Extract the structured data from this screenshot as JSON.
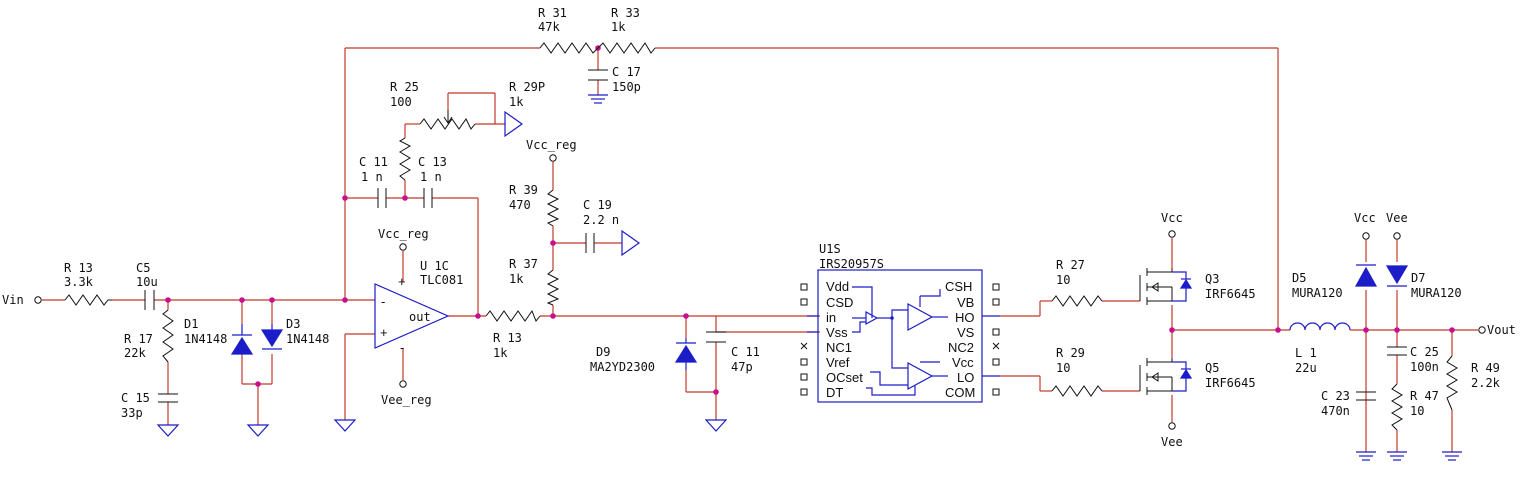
{
  "nets": {
    "vin": "Vin",
    "vout": "Vout",
    "vcc_reg_top": "Vcc_reg",
    "vcc_reg_opamp": "Vcc_reg",
    "vee_reg_opamp": "Vee_reg",
    "vcc_q3": "Vcc",
    "vee_q5": "Vee",
    "vcc_d5": "Vcc",
    "vee_d7": "Vee"
  },
  "components": {
    "r31": {
      "ref": "R 31",
      "value": "47k"
    },
    "r33": {
      "ref": "R 33",
      "value": "1k"
    },
    "c17": {
      "ref": "C 17",
      "value": "150p"
    },
    "r25": {
      "ref": "R 25",
      "value": "100"
    },
    "r29p": {
      "ref": "R 29P",
      "value": "1k"
    },
    "c11a": {
      "ref": "C 11",
      "value": "1 n"
    },
    "c13": {
      "ref": "C 13",
      "value": "1 n"
    },
    "r39": {
      "ref": "R 39",
      "value": "470"
    },
    "c19": {
      "ref": "C 19",
      "value": "2.2 n"
    },
    "r37": {
      "ref": "R 37",
      "value": "1k"
    },
    "r13a": {
      "ref": "R 13",
      "value": "3.3k"
    },
    "c5": {
      "ref": "C5",
      "value": "10u"
    },
    "r17": {
      "ref": "R 17",
      "value": "22k"
    },
    "c15": {
      "ref": "C 15",
      "value": "33p"
    },
    "d1": {
      "ref": "D1",
      "value": "1N4148"
    },
    "d3": {
      "ref": "D3",
      "value": "1N4148"
    },
    "u1c": {
      "ref": "U 1C",
      "value": "TLC081"
    },
    "r13b": {
      "ref": "R 13",
      "value": "1k"
    },
    "d9": {
      "ref": "D9",
      "value": "MA2YD2300"
    },
    "c11b": {
      "ref": "C 11",
      "value": "47p"
    },
    "u1s": {
      "ref": "U1S",
      "value": "IRS20957S"
    },
    "r27": {
      "ref": "R 27",
      "value": "10"
    },
    "r29": {
      "ref": "R 29",
      "value": "10"
    },
    "q3": {
      "ref": "Q3",
      "value": "IRF6645"
    },
    "q5": {
      "ref": "Q5",
      "value": "IRF6645"
    },
    "d5": {
      "ref": "D5",
      "value": "MURA120"
    },
    "d7": {
      "ref": "D7",
      "value": "MURA120"
    },
    "l1": {
      "ref": "L 1",
      "value": "22u"
    },
    "c25": {
      "ref": "C 25",
      "value": "100n"
    },
    "c23": {
      "ref": "C 23",
      "value": "470n"
    },
    "r47": {
      "ref": "R 47",
      "value": "10"
    },
    "r49": {
      "ref": "R 49",
      "value": "2.2k"
    }
  },
  "opamp_pins": {
    "minus": "-",
    "plus": "+",
    "out": "out",
    "vplus": "+",
    "vminus": "-"
  },
  "ic_pins": {
    "vdd": "Vdd",
    "csd": "CSD",
    "in": "in",
    "vss": "Vss",
    "nc1": "NC1",
    "vref": "Vref",
    "ocset": "OCset",
    "dt": "DT",
    "csh": "CSH",
    "vb": "VB",
    "ho": "HO",
    "vs": "VS",
    "nc2": "NC2",
    "vcc": "Vcc",
    "lo": "LO",
    "com": "COM"
  },
  "colors": {
    "wire": "#c0392b",
    "part": "#1c1cc8",
    "junction": "#c8108c",
    "text": "#101010"
  }
}
